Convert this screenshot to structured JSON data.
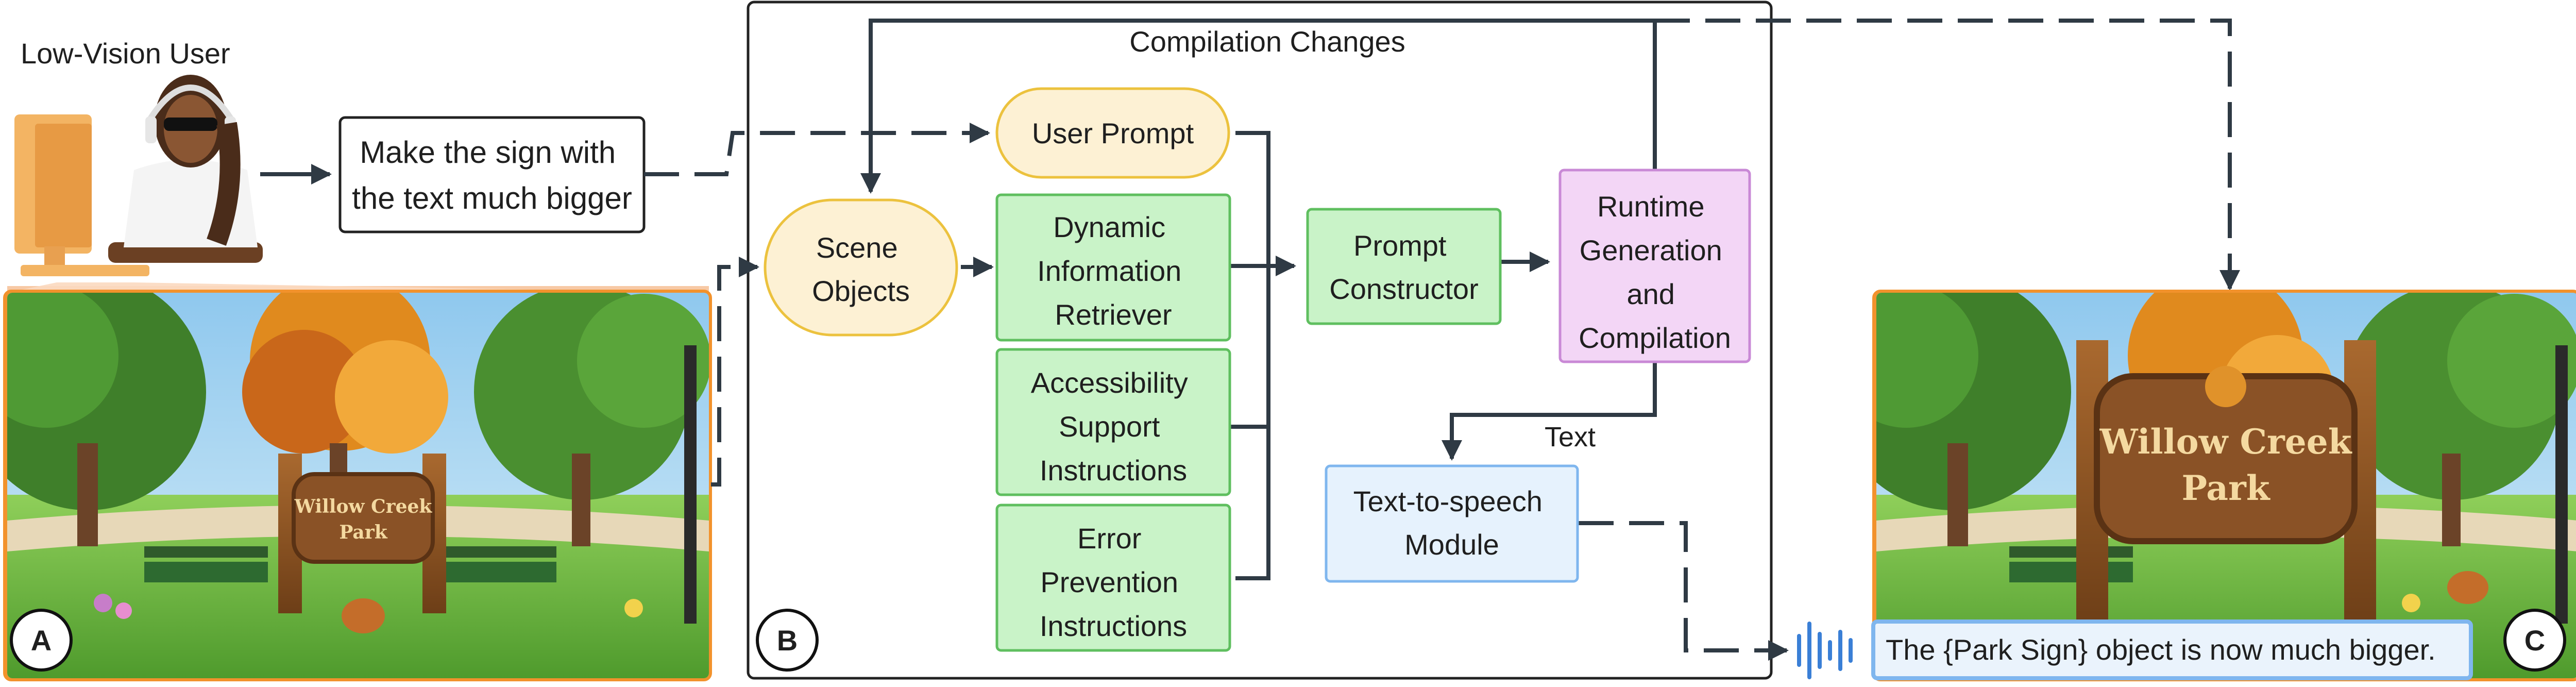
{
  "user_label": "Low-Vision User",
  "prompt_text": [
    "Make the sign with",
    "the text much bigger"
  ],
  "compilation_changes": "Compilation Changes",
  "nodes": {
    "user_prompt": [
      "User Prompt"
    ],
    "scene_objects": [
      "Scene",
      "Objects"
    ],
    "dynamic_info": [
      "Dynamic",
      "Information",
      "Retriever"
    ],
    "accessibility": [
      "Accessibility",
      "Support",
      "Instructions"
    ],
    "error_prevention": [
      "Error",
      "Prevention",
      "Instructions"
    ],
    "prompt_constructor": [
      "Prompt",
      "Constructor"
    ],
    "runtime": [
      "Runtime",
      "Generation",
      "and",
      "Compilation"
    ],
    "tts": [
      "Text-to-speech",
      "Module"
    ]
  },
  "text_edge_label": "Text",
  "sign_small": [
    "Willow Creek",
    "Park"
  ],
  "sign_large": [
    "Willow Creek",
    "Park"
  ],
  "tts_output": "The {Park Sign} object is now much bigger.",
  "panel_labels": {
    "a": "A",
    "b": "B",
    "c": "C"
  },
  "colors": {
    "accent_orange": "#f2922c",
    "yellow_fill": "#fdf1d4",
    "yellow_stroke": "#ecc23e",
    "green_fill": "#c9f3c8",
    "green_stroke": "#5fbf5f",
    "purple_fill": "#f3d6f6",
    "purple_stroke": "#c989d6",
    "blue_fill": "#e6f2fd",
    "blue_stroke": "#7fb6ee",
    "line": "#2f3a44"
  }
}
